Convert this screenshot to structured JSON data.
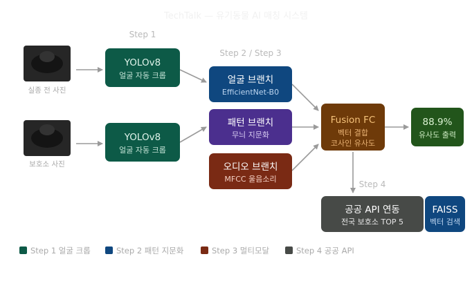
{
  "title": "TechTalk — 유기동물 AI 매칭 시스템",
  "colors": {
    "green": "#0d5a47",
    "navy": "#0f477f",
    "purple": "#4b2f8e",
    "brown": "#7a2a14",
    "orange": "#6e3a09",
    "gray": "#474a47",
    "result_green": "#22551b",
    "arrow": "#9a9a9a"
  },
  "photos": [
    {
      "caption": "실종 전 사진"
    },
    {
      "caption": "보호소 사진"
    }
  ],
  "steps": {
    "step1": "Step 1",
    "step23": "Step 2 / Step 3",
    "step4": "Step 4"
  },
  "nodes": {
    "yolo_top": {
      "title": "YOLOv8",
      "sub": "얼굴 자동 크롭"
    },
    "yolo_bottom": {
      "title": "YOLOv8",
      "sub": "얼굴 자동 크롭"
    },
    "face_branch": {
      "title": "얼굴 브랜치",
      "sub": "EfficientNet-B0"
    },
    "pattern_branch": {
      "title": "패턴 브랜치",
      "sub": "무늬 지문화"
    },
    "audio_branch": {
      "title": "오디오 브랜치",
      "sub": "MFCC 울음소리"
    },
    "fusion": {
      "title": "Fusion FC",
      "sub1": "벡터 결합",
      "sub2": "코사인 유사도"
    },
    "result": {
      "title": "88.9%",
      "sub": "유사도 출력"
    },
    "api": {
      "title": "공공 API 연동",
      "sub": "전국 보호소 TOP 5"
    },
    "faiss": {
      "title": "FAISS",
      "sub": "벡터 검색"
    }
  },
  "legend": [
    {
      "label": "Step 1 얼굴 크롭",
      "color": "#0d5a47"
    },
    {
      "label": "Step 2 패턴 지문화",
      "color": "#0f477f"
    },
    {
      "label": "Step 3 멀티모달",
      "color": "#7a2a14"
    },
    {
      "label": "Step 4 공공 API",
      "color": "#474a47"
    }
  ]
}
